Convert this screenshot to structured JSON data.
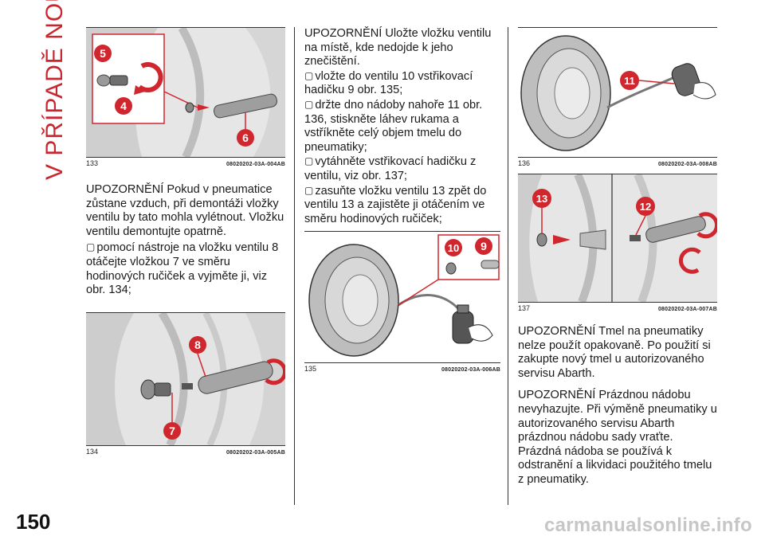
{
  "section_title": "V PŘÍPADĚ NOUZE",
  "page_number": "150",
  "watermark": "carmanualsonline.info",
  "figures": {
    "f133": {
      "number": "133",
      "code": "08020202-03A-004AB",
      "callouts": [
        "5",
        "4",
        "6"
      ]
    },
    "f134": {
      "number": "134",
      "code": "08020202-03A-005AB",
      "callouts": [
        "8",
        "7"
      ]
    },
    "f135": {
      "number": "135",
      "code": "08020202-03A-006AB",
      "callouts": [
        "10",
        "9"
      ]
    },
    "f136": {
      "number": "136",
      "code": "08020202-03A-008AB",
      "callouts": [
        "11"
      ]
    },
    "f137": {
      "number": "137",
      "code": "08020202-03A-007AB",
      "callouts": [
        "13",
        "12"
      ]
    }
  },
  "col1": {
    "warning": "UPOZORNĚNÍ Pokud v pneumatice zůstane vzduch, při demontáži vložky ventilu by tato mohla vylétnout. Vložku ventilu demontujte opatrně.",
    "bullet1": "pomocí nástroje na vložku ventilu 8 otáčejte vložkou 7 ve směru hodinových ručiček a vyjměte ji, viz obr. 134;"
  },
  "col2": {
    "warning": "UPOZORNĚNÍ Uložte vložku ventilu na místě, kde nedojde k jeho znečištění.",
    "bullets": [
      "vložte do ventilu 10 vstřikovací hadičku 9 obr. 135;",
      "držte dno nádoby nahoře 11 obr. 136, stiskněte láhev rukama a vstříkněte celý objem tmelu do pneumatiky;",
      "vytáhněte vstřikovací hadičku z ventilu, viz obr. 137;",
      "zasuňte vložku ventilu 13 zpět do ventilu 13 a zajistěte ji otáčením ve směru hodinových ručiček;"
    ]
  },
  "col3": {
    "warning1": "UPOZORNĚNÍ Tmel na pneumatiky nelze použít opakovaně. Po použití si zakupte nový tmel u autorizovaného servisu Abarth.",
    "warning2": "UPOZORNĚNÍ Prázdnou nádobu nevyhazujte. Při výměně pneumatiky u autorizovaného servisu Abarth prázdnou nádobu sady vraťte. Prázdná nádoba se používá k odstranění a likvidaci použitého tmelu z pneumatiky."
  },
  "colors": {
    "accent": "#c8272f",
    "callout": "#d0262e"
  }
}
